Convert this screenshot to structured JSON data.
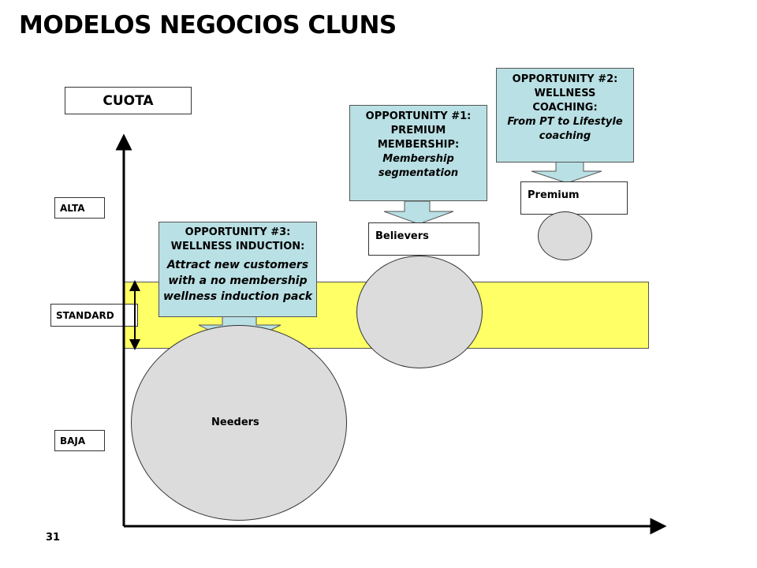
{
  "title": "MODELOS NEGOCIOS CLUNS",
  "axis": {
    "y_label": "CUOTA"
  },
  "levels": {
    "alta": "ALTA",
    "standard": "STANDARD",
    "baja": "BAJA"
  },
  "segments": {
    "needers": "Needers",
    "believers": "Believers",
    "premium": "Premium"
  },
  "opportunities": {
    "op1": {
      "title": "OPPORTUNITY #1: PREMIUM MEMBERSHIP:",
      "detail": "Membership segmentation"
    },
    "op2": {
      "title": "OPPORTUNITY #2: WELLNESS COACHING:",
      "detail": "From PT to Lifestyle coaching"
    },
    "op3": {
      "title": "OPPORTUNITY #3: WELLNESS INDUCTION:",
      "detail": "Attract new customers with a no membership wellness induction pack"
    }
  },
  "colors": {
    "band": "#ffff66",
    "callout": "#b9e0e4",
    "bubble": "#dcdcdc"
  },
  "page_number": "31"
}
